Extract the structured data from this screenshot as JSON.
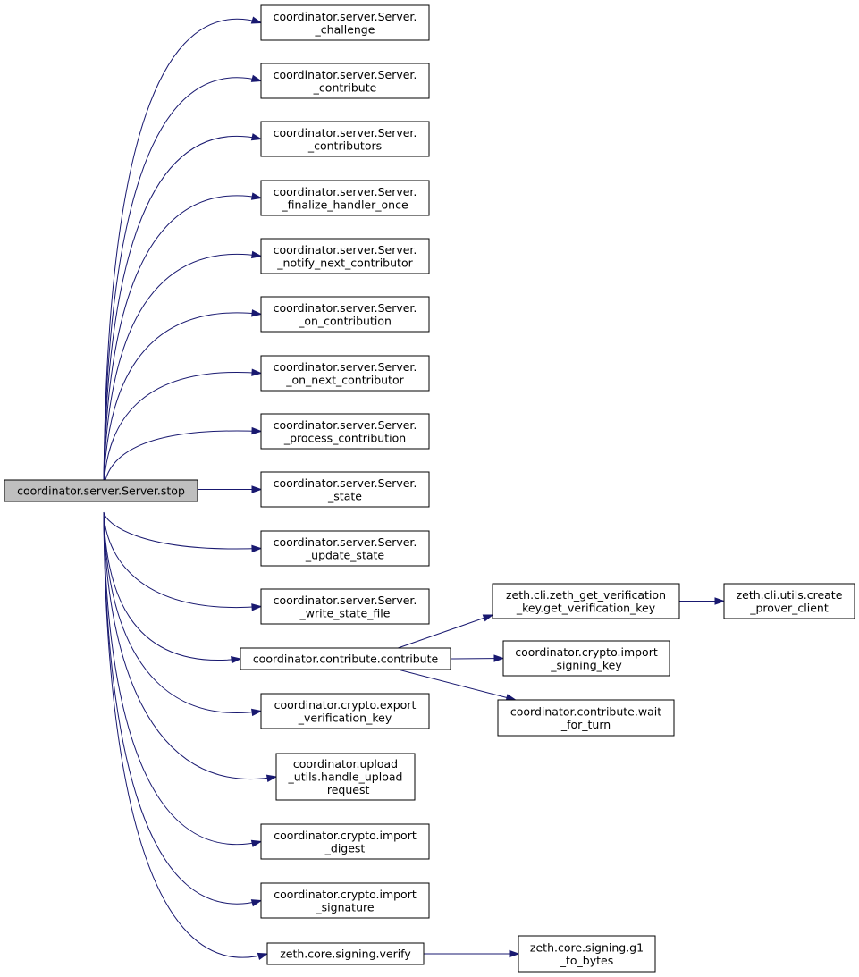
{
  "graph": {
    "root": {
      "lines": [
        "coordinator.server.Server.stop"
      ]
    },
    "nodes": [
      {
        "id": "challenge",
        "lines": [
          "coordinator.server.Server.",
          "_challenge"
        ]
      },
      {
        "id": "contribute_s",
        "lines": [
          "coordinator.server.Server.",
          "_contribute"
        ]
      },
      {
        "id": "contributors",
        "lines": [
          "coordinator.server.Server.",
          "_contributors"
        ]
      },
      {
        "id": "finalize",
        "lines": [
          "coordinator.server.Server.",
          "_finalize_handler_once"
        ]
      },
      {
        "id": "notify",
        "lines": [
          "coordinator.server.Server.",
          "_notify_next_contributor"
        ]
      },
      {
        "id": "on_contribution",
        "lines": [
          "coordinator.server.Server.",
          "_on_contribution"
        ]
      },
      {
        "id": "on_next",
        "lines": [
          "coordinator.server.Server.",
          "_on_next_contributor"
        ]
      },
      {
        "id": "process",
        "lines": [
          "coordinator.server.Server.",
          "_process_contribution"
        ]
      },
      {
        "id": "state",
        "lines": [
          "coordinator.server.Server.",
          "_state"
        ]
      },
      {
        "id": "update_state",
        "lines": [
          "coordinator.server.Server.",
          "_update_state"
        ]
      },
      {
        "id": "write_state",
        "lines": [
          "coordinator.server.Server.",
          "_write_state_file"
        ]
      },
      {
        "id": "contribute",
        "lines": [
          "coordinator.contribute.contribute"
        ]
      },
      {
        "id": "export_vk",
        "lines": [
          "coordinator.crypto.export",
          "_verification_key"
        ]
      },
      {
        "id": "handle_upload",
        "lines": [
          "coordinator.upload",
          "_utils.handle_upload",
          "_request"
        ]
      },
      {
        "id": "import_digest",
        "lines": [
          "coordinator.crypto.import",
          "_digest"
        ]
      },
      {
        "id": "import_signature",
        "lines": [
          "coordinator.crypto.import",
          "_signature"
        ]
      },
      {
        "id": "verify",
        "lines": [
          "zeth.core.signing.verify"
        ]
      },
      {
        "id": "get_vk",
        "lines": [
          "zeth.cli.zeth_get_verification",
          "_key.get_verification_key"
        ]
      },
      {
        "id": "import_signing",
        "lines": [
          "coordinator.crypto.import",
          "_signing_key"
        ]
      },
      {
        "id": "wait_for_turn",
        "lines": [
          "coordinator.contribute.wait",
          "_for_turn"
        ]
      },
      {
        "id": "prover_client",
        "lines": [
          "zeth.cli.utils.create",
          "_prover_client"
        ]
      },
      {
        "id": "g1_to_bytes",
        "lines": [
          "zeth.core.signing.g1",
          "_to_bytes"
        ]
      }
    ],
    "edges": [
      [
        "root",
        "challenge"
      ],
      [
        "root",
        "contribute_s"
      ],
      [
        "root",
        "contributors"
      ],
      [
        "root",
        "finalize"
      ],
      [
        "root",
        "notify"
      ],
      [
        "root",
        "on_contribution"
      ],
      [
        "root",
        "on_next"
      ],
      [
        "root",
        "process"
      ],
      [
        "root",
        "state"
      ],
      [
        "root",
        "update_state"
      ],
      [
        "root",
        "write_state"
      ],
      [
        "root",
        "contribute"
      ],
      [
        "root",
        "export_vk"
      ],
      [
        "root",
        "handle_upload"
      ],
      [
        "root",
        "import_digest"
      ],
      [
        "root",
        "import_signature"
      ],
      [
        "root",
        "verify"
      ],
      [
        "contribute",
        "get_vk"
      ],
      [
        "contribute",
        "import_signing"
      ],
      [
        "contribute",
        "wait_for_turn"
      ],
      [
        "get_vk",
        "prover_client"
      ],
      [
        "verify",
        "g1_to_bytes"
      ]
    ],
    "colors": {
      "edge": "#191970",
      "root_fill": "#bfbfbf",
      "node_fill": "#ffffff",
      "border": "#000000"
    }
  }
}
